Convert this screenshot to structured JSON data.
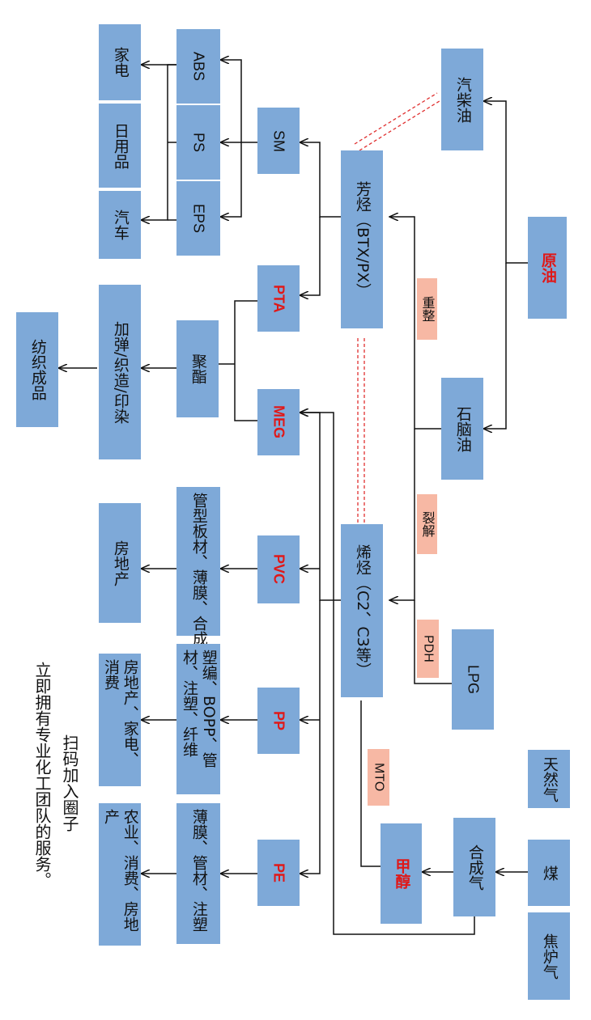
{
  "nodes": {
    "crude_oil": "原油",
    "gasoline_diesel": "汽柴油",
    "naphtha": "石脑油",
    "lpg": "LPG",
    "natural_gas": "天然气",
    "coal": "煤",
    "coke_oven_gas": "焦炉气",
    "syngas": "合成气",
    "methanol": "甲醇",
    "aromatics": "芳烃（BTX/PX）",
    "olefins": "烯烃（C2、C3等）",
    "sm": "SM",
    "pta": "PTA",
    "meg": "MEG",
    "pvc": "PVC",
    "pp": "PP",
    "pe": "PE",
    "abs": "ABS",
    "ps": "PS",
    "eps": "EPS",
    "polyester": "聚酯",
    "pvc_products": "管型板材、薄膜、合成革",
    "pp_products": "塑编、BOPP、管材、注塑、纤维",
    "pe_products": "薄膜、管材、注塑",
    "home_appliance": "家电",
    "daily_goods": "日用品",
    "automobile": "汽车",
    "texturing": "加弹/织造/印染",
    "textile_products": "纺织成品",
    "pvc_end": "房地产",
    "pp_end": "房地产、家电、消费",
    "pe_end": "农业、消费、房地产"
  },
  "tags": {
    "reforming": "重整",
    "cracking": "裂解",
    "pdh": "PDH",
    "mto": "MTO"
  },
  "note": {
    "line1": "扫码加入圈子",
    "line2": "立即拥有专业化工团队的服务。"
  },
  "colors": {
    "box": "#7ea9d8",
    "tag": "#f7b8a4",
    "highlight": "#e01818",
    "line": "#111111",
    "dashed": "#e03030"
  }
}
